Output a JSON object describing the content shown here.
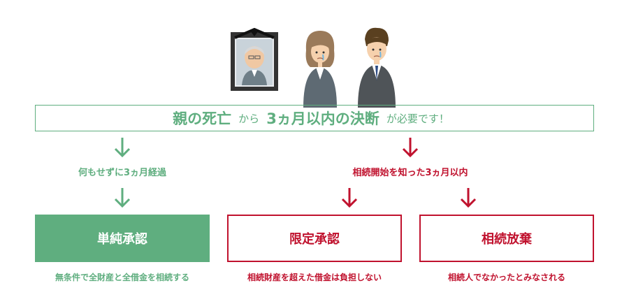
{
  "headline": {
    "part1": "親の死亡",
    "part2": "から",
    "part3": "3ヵ月以内の決断",
    "part4": "が必要です！"
  },
  "left_branch": {
    "label": "何もせずに3ヵ月経過",
    "box": "単純承認",
    "caption": "無条件で全財産と全借金を相続する"
  },
  "right_branch": {
    "label": "相続開始を知った3ヵ月以内",
    "middle": {
      "box": "限定承認",
      "caption": "相続財産を超えた借金は負担しない"
    },
    "right": {
      "box": "相続放棄",
      "caption": "相続人でなかったとみなされる"
    }
  },
  "colors": {
    "green": "#5fae7f",
    "red": "#c0122e"
  },
  "icons": [
    "funeral-portrait-icon",
    "crying-woman-icon",
    "crying-man-icon"
  ]
}
